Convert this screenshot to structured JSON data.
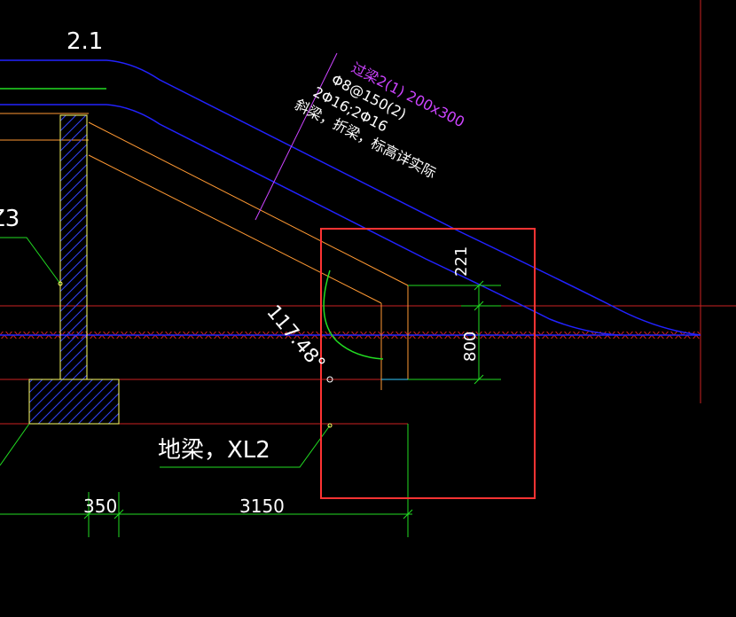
{
  "labels": {
    "slope_value": "2.1",
    "beam_annotation": {
      "line1": "过梁2(1) 200x300",
      "line2": "Φ8@150(2)",
      "line3": "2Φ16;2Φ16",
      "line4": "斜梁，折梁，标高详实际"
    },
    "angle": "117.48°",
    "partial_label": "Z3",
    "ground_beam": "地梁，XL2",
    "dim_221": "221",
    "dim_800": "800",
    "dim_350": "350",
    "dim_3150": "3150"
  },
  "colors": {
    "background": "#000000",
    "blue_line": "#2222ff",
    "green_line": "#22dd22",
    "orange_line": "#ff9933",
    "red_line": "#ff3333",
    "hatch_fill": "#2222ff",
    "yellow_outline": "#ffff66",
    "magenta_text": "#cc44ff",
    "white_text": "#ffffff",
    "highlight_box": "#ff3333"
  }
}
